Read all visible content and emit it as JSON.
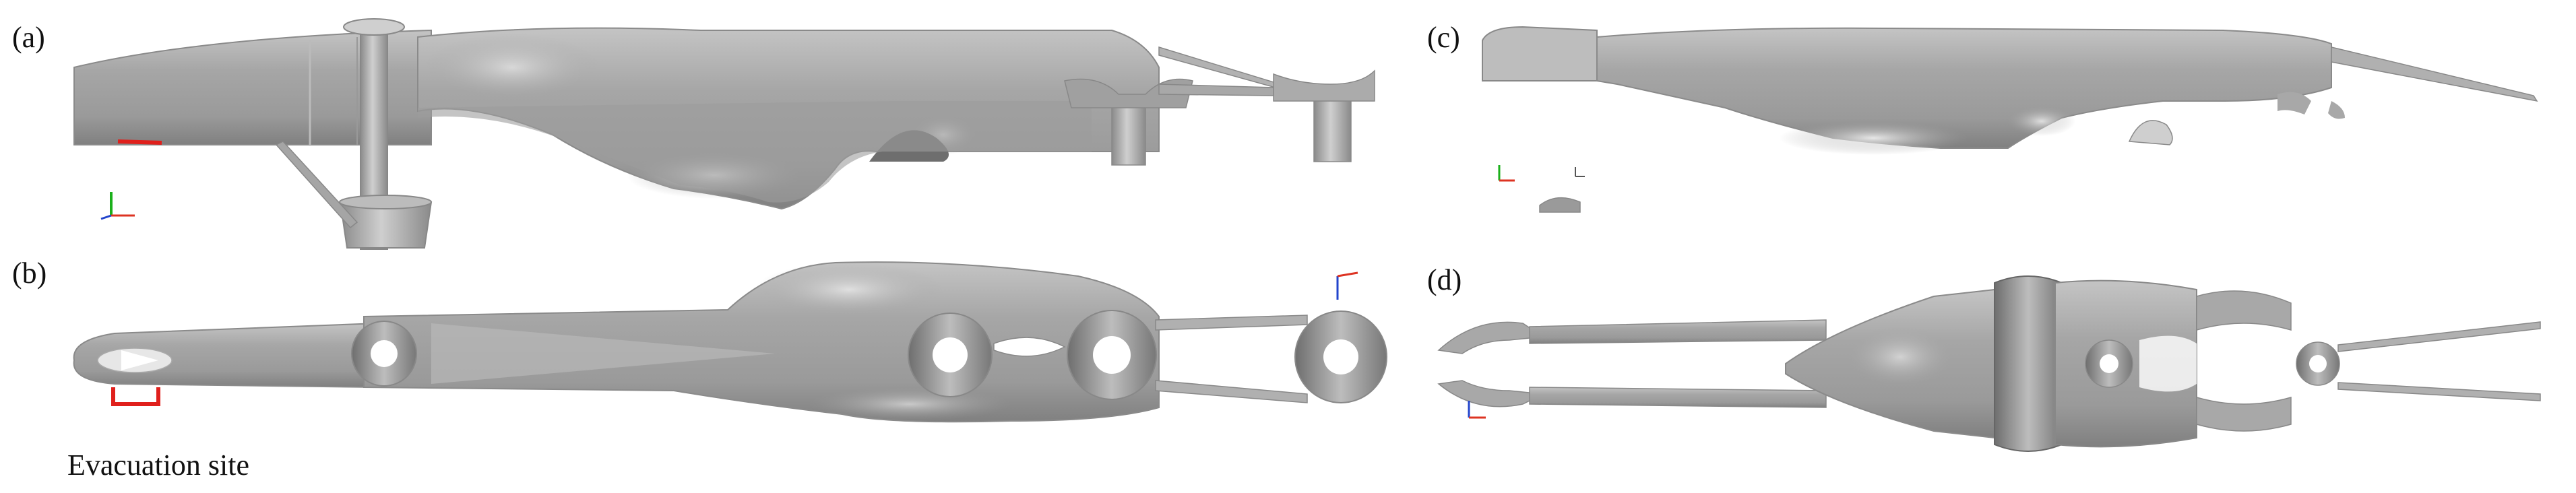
{
  "figure": {
    "labels": {
      "a": "(a)",
      "b": "(b)",
      "c": "(c)",
      "d": "(d)"
    },
    "annotation": "Evacuation site",
    "colors": {
      "metal": "#a9a9a9",
      "metal_light": "#d9d9d9",
      "metal_dark": "#7d7d7d",
      "marker": "#e0201c"
    }
  }
}
